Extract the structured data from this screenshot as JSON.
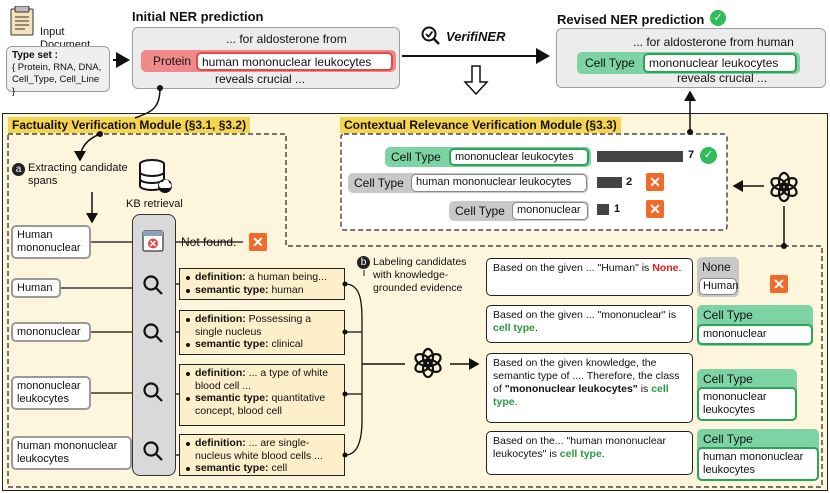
{
  "input": {
    "doc_label": "Input Document",
    "typeset_title": "Type set :",
    "typeset_value": "{ Protein, RNA, DNA, Cell_Type, Cell_Line }"
  },
  "initial": {
    "title": "Initial NER prediction",
    "line1": "... for aldosterone from",
    "type": "Protein",
    "span": "human mononuclear  leukocytes",
    "line3": "reveals crucial ..."
  },
  "verifiner": {
    "label": "VerifiNER"
  },
  "revised": {
    "title": "Revised NER prediction",
    "line1": "... for aldosterone from human",
    "type": "Cell Type",
    "span": "mononuclear leukocytes",
    "line3": "reveals crucial ..."
  },
  "fvm": {
    "title": "Factuality Verification Module (§3.1, §3.2)"
  },
  "cvm": {
    "title": "Contextual Relevance Verification Module (§3.3)",
    "rows": [
      {
        "type": "Cell Type",
        "span": "mononuclear leukocytes",
        "count": "7",
        "value": 7
      },
      {
        "type": "Cell Type",
        "span": "human mononuclear leukocytes",
        "count": "2",
        "value": 2
      },
      {
        "type": "Cell Type",
        "span": "mononuclear",
        "count": "1",
        "value": 1
      }
    ]
  },
  "step_a": {
    "badge": "a",
    "label": "Extracting candidate spans"
  },
  "kb": {
    "label": "KB retrieval",
    "not_found": "Not found."
  },
  "candidates": [
    "Human mononuclear",
    "Human",
    "mononuclear",
    "mononuclear leukocytes",
    "human mononuclear leukocytes"
  ],
  "definitions": [
    {
      "def_key": "definition:",
      "def_val": " a human being...",
      "sem_key": "semantic type:",
      "sem_val": " human"
    },
    {
      "def_key": "definition:",
      "def_val": " Possessing a single nucleus",
      "sem_key": "semantic type:",
      "sem_val": " clinical"
    },
    {
      "def_key": "definition:",
      "def_val": " ... a type of white blood cell ...",
      "sem_key": "semantic type:",
      "sem_val": " quantitative concept, blood cell"
    },
    {
      "def_key": "definition:",
      "def_val": " ... are single-nucleus white blood cells ...",
      "sem_key": "semantic type:",
      "sem_val": " cell"
    }
  ],
  "step_b": {
    "badge": "b",
    "label": "Labeling candidates with knowledge-grounded evidence"
  },
  "labels": [
    {
      "pre": "Based on the given ... \"Human\" is ",
      "bold": "",
      "post": "",
      "hl": "None",
      "end": ".",
      "tag": "None",
      "span": "Human"
    },
    {
      "pre": "Based on the given ... \"mononuclear\" is ",
      "bold": "",
      "post": "",
      "hl": "cell type",
      "end": ".",
      "tag": "Cell Type",
      "span": "mononuclear"
    },
    {
      "pre": "Based on the given knowledge, the semantic type of .... Therefore, the class of ",
      "bold": "\"mononuclear leukocytes\"",
      "post": " is ",
      "hl": "cell type",
      "end": ".",
      "tag": "Cell Type",
      "span": "mononuclear leukocytes"
    },
    {
      "pre": "Based on the... \"human mononuclear leukocytes\" is ",
      "bold": "",
      "post": "",
      "hl": "cell type",
      "end": ".",
      "tag": "Cell Type",
      "span": "human mononuclear leukocytes"
    }
  ],
  "colors": {
    "green": "#2a9a3f",
    "red": "#e01d1d",
    "orange": "#ef6a2b",
    "yellow_bg": "#fdf6dc",
    "def_bg": "#fdefc9"
  }
}
